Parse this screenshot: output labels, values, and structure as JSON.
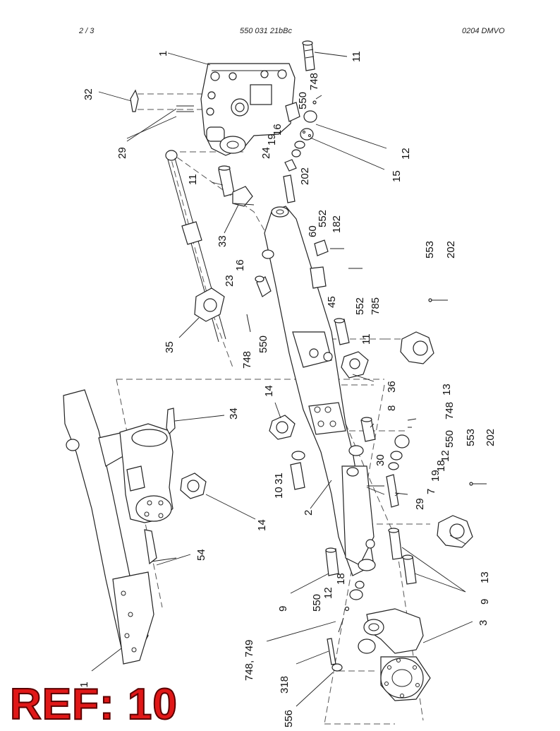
{
  "header": {
    "page": "2 /   3",
    "doc_code": "550 031 21bBc",
    "revision": "0204 DMVO"
  },
  "ref_label": "REF: 10",
  "callouts": [
    {
      "id": "c1",
      "text": "1"
    },
    {
      "id": "c11a",
      "text": "11"
    },
    {
      "id": "c32",
      "text": "32"
    },
    {
      "id": "c748a",
      "text": "748"
    },
    {
      "id": "c550a",
      "text": "550"
    },
    {
      "id": "c29a",
      "text": "29"
    },
    {
      "id": "c16a",
      "text": "16"
    },
    {
      "id": "c19a",
      "text": "19"
    },
    {
      "id": "c24",
      "text": "24"
    },
    {
      "id": "c12a",
      "text": "12"
    },
    {
      "id": "c202a",
      "text": "202"
    },
    {
      "id": "c15",
      "text": "15"
    },
    {
      "id": "c11b",
      "text": "11"
    },
    {
      "id": "c33",
      "text": "33"
    },
    {
      "id": "c60",
      "text": "60"
    },
    {
      "id": "c552a",
      "text": "552"
    },
    {
      "id": "c182",
      "text": "182"
    },
    {
      "id": "c553a",
      "text": "553"
    },
    {
      "id": "c202b",
      "text": "202"
    },
    {
      "id": "c16b",
      "text": "16"
    },
    {
      "id": "c23",
      "text": "23"
    },
    {
      "id": "c45",
      "text": "45"
    },
    {
      "id": "c552b",
      "text": "552"
    },
    {
      "id": "c785",
      "text": "785"
    },
    {
      "id": "c35",
      "text": "35"
    },
    {
      "id": "c748b",
      "text": "748"
    },
    {
      "id": "c550b",
      "text": "550"
    },
    {
      "id": "c11c",
      "text": "11"
    },
    {
      "id": "c13a",
      "text": "13"
    },
    {
      "id": "c36",
      "text": "36"
    },
    {
      "id": "c14a",
      "text": "14"
    },
    {
      "id": "c34",
      "text": "34"
    },
    {
      "id": "c8",
      "text": "8"
    },
    {
      "id": "c748c",
      "text": "748"
    },
    {
      "id": "c550c",
      "text": "550"
    },
    {
      "id": "c553b",
      "text": "553"
    },
    {
      "id": "c202c",
      "text": "202"
    },
    {
      "id": "c12b",
      "text": "12"
    },
    {
      "id": "c18a",
      "text": "18"
    },
    {
      "id": "c19b",
      "text": "19"
    },
    {
      "id": "c30",
      "text": "30"
    },
    {
      "id": "c31",
      "text": "31"
    },
    {
      "id": "c10",
      "text": "10"
    },
    {
      "id": "c7",
      "text": "7"
    },
    {
      "id": "c29b",
      "text": "29"
    },
    {
      "id": "c2",
      "text": "2"
    },
    {
      "id": "c14b",
      "text": "14"
    },
    {
      "id": "c54",
      "text": "54"
    },
    {
      "id": "c13b",
      "text": "13"
    },
    {
      "id": "c9a",
      "text": "9"
    },
    {
      "id": "c9b",
      "text": "9"
    },
    {
      "id": "c18b",
      "text": "18"
    },
    {
      "id": "c12c",
      "text": "12"
    },
    {
      "id": "c550d",
      "text": "550"
    },
    {
      "id": "c3",
      "text": "3"
    },
    {
      "id": "c748749",
      "text": "748, 749"
    },
    {
      "id": "c318",
      "text": "318"
    },
    {
      "id": "c556",
      "text": "556"
    },
    {
      "id": "c81",
      "text": "81"
    }
  ]
}
